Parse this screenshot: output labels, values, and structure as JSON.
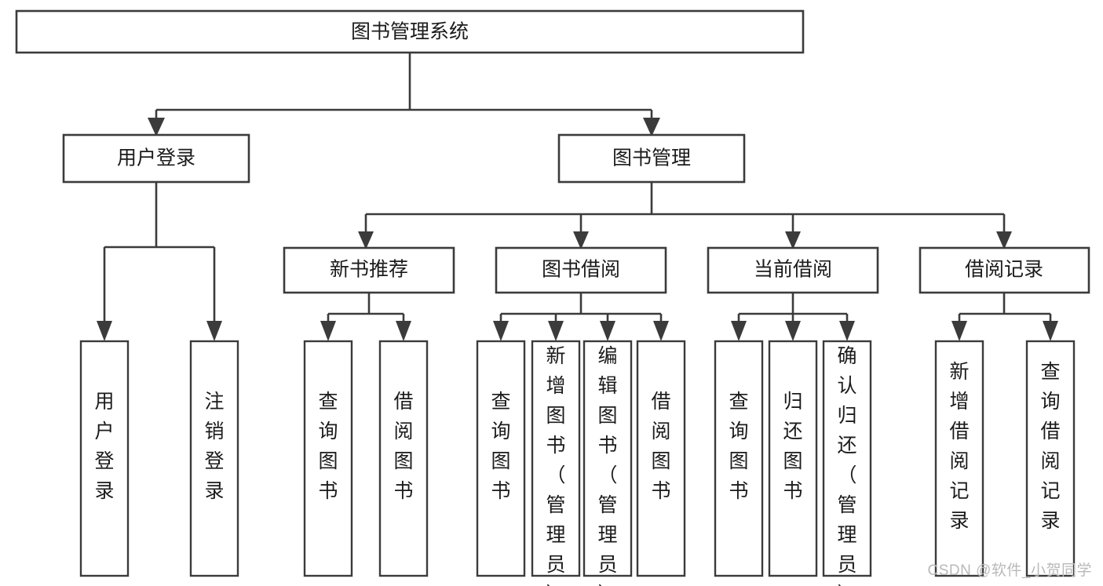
{
  "diagram": {
    "type": "tree-hierarchy-chart",
    "root": {
      "id": "root",
      "label": "图书管理系统"
    },
    "level2": [
      {
        "id": "user-login",
        "label": "用户登录"
      },
      {
        "id": "book-management",
        "label": "图书管理"
      }
    ],
    "level3": [
      {
        "id": "new-book-recommend",
        "label": "新书推荐"
      },
      {
        "id": "book-borrow",
        "label": "图书借阅"
      },
      {
        "id": "current-borrow",
        "label": "当前借阅"
      },
      {
        "id": "borrow-record",
        "label": "借阅记录"
      }
    ],
    "leaves": {
      "user-login": [
        {
          "id": "leaf-user-login",
          "label": "用户登录"
        },
        {
          "id": "leaf-logout-login",
          "label": "注销登录"
        }
      ],
      "new-book-recommend": [
        {
          "id": "leaf-query-book-1",
          "label": "查询图书"
        },
        {
          "id": "leaf-borrow-book-1",
          "label": "借阅图书"
        }
      ],
      "book-borrow": [
        {
          "id": "leaf-query-book-2",
          "label": "查询图书"
        },
        {
          "id": "leaf-add-book-admin",
          "label": "新增图书（管理员）"
        },
        {
          "id": "leaf-edit-book-admin",
          "label": "编辑图书（管理员）"
        },
        {
          "id": "leaf-borrow-book-2",
          "label": "借阅图书"
        }
      ],
      "current-borrow": [
        {
          "id": "leaf-query-book-3",
          "label": "查询图书"
        },
        {
          "id": "leaf-return-book",
          "label": "归还图书"
        },
        {
          "id": "leaf-confirm-return-admin",
          "label": "确认归还（管理员）"
        }
      ],
      "borrow-record": [
        {
          "id": "leaf-add-borrow-record",
          "label": "新增借阅记录"
        },
        {
          "id": "leaf-query-borrow-record",
          "label": "查询借阅记录"
        }
      ]
    },
    "watermark": "CSDN @软件_小贺同学",
    "colors": {
      "stroke": "#3b3b3b",
      "fill": "#ffffff",
      "text": "#1b1b1b",
      "watermark": "#b9b9b9"
    }
  }
}
